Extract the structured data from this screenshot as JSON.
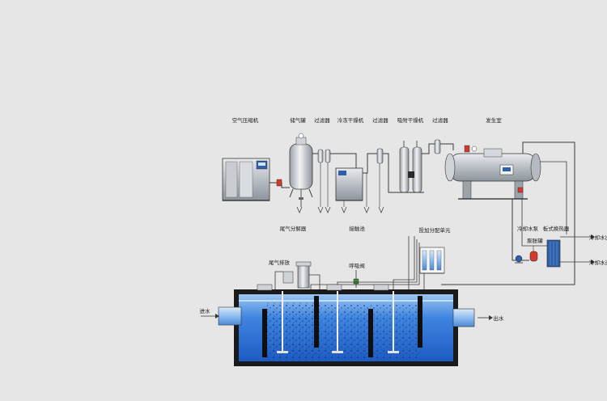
{
  "labels": {
    "air_compressor": "空气压缩机",
    "air_tank": "储气罐",
    "filter_1": "过滤器",
    "refrigerated_dryer": "冷冻干燥机",
    "filter_2": "过滤器",
    "adsorption_dryer": "吸附干燥机",
    "filter_3": "过滤器",
    "generator_room": "发生室",
    "tail_gas_decomposer": "尾气分解器",
    "drain_valve": "接触池",
    "dosing_unit": "投加分配单元",
    "tail_gas_vent": "尾气排放",
    "breather_valve": "呼吸阀",
    "cooling_pump": "冷却水泵",
    "plate_heat_exchanger": "板式换热器",
    "expansion_tank": "膨胀罐",
    "cooling_water_out": "冷却水出",
    "cooling_water_in": "冷却水进",
    "water_in": "进水",
    "water_out": "出水"
  },
  "colors": {
    "background": "#e6e6e6",
    "pipe": "#3a3a3a",
    "equipment_grey": "#b8bcc2",
    "equipment_light": "#eef0f2",
    "water": "#2f6fd6",
    "water_light": "#8fbdf0",
    "tank_wall": "#0f0f0f",
    "accent_red": "#d23a2e",
    "panel_blue": "#2f5fa8"
  }
}
